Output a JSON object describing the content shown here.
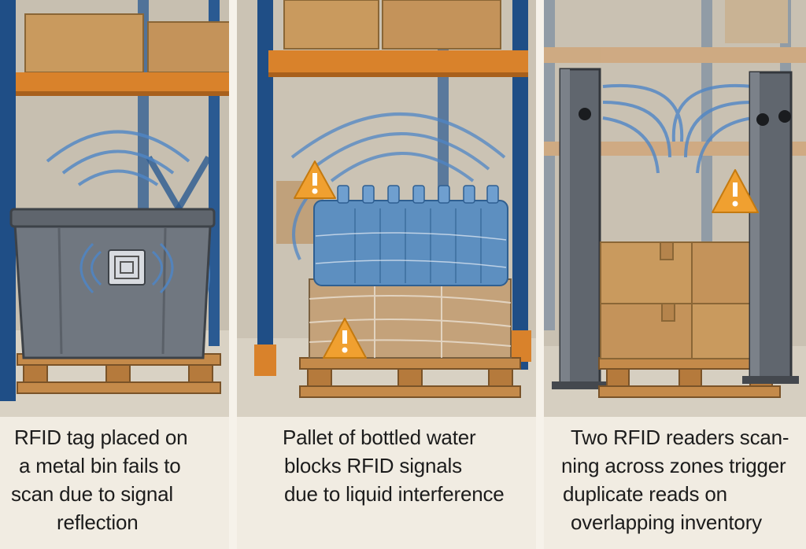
{
  "panels": [
    {
      "caption_lines": [
        "RFID tag placed on",
        "a metal bin fails to",
        "scan due to signal",
        "reflection"
      ]
    },
    {
      "caption_lines": [
        "Pallet of bottled water",
        "blocks RFID signals",
        "due to liquid interference"
      ]
    },
    {
      "caption_lines": [
        "Two RFID readers scan-",
        "ning across zones trigger",
        "duplicate reads on",
        "overlapping inventory"
      ]
    }
  ],
  "colors": {
    "rack_blue": "#1f4e86",
    "beam_orange": "#d9822b",
    "signal_blue": "#4f86c6",
    "warning_orange": "#f0a030",
    "cardboard": "#c99a5e",
    "pallet_wood": "#c48a4a",
    "bin_gray": "#707780"
  },
  "icons": [
    "rfid-tag-icon",
    "warning-icon",
    "signal-waves-icon"
  ]
}
